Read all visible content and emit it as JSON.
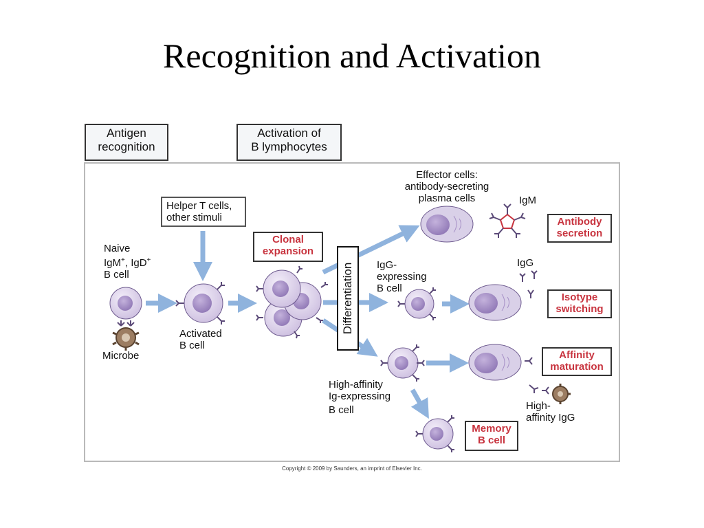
{
  "title": "Recognition and Activation",
  "phases": {
    "antigen_recognition": [
      "Antigen",
      "recognition"
    ],
    "activation": [
      "Activation of",
      "B lymphocytes"
    ]
  },
  "labels": {
    "helper_t": [
      "Helper T cells,",
      "other stimuli"
    ],
    "naive": [
      "Naive",
      "IgM",
      "+",
      ", IgD",
      "+",
      "B cell"
    ],
    "microbe": "Microbe",
    "activated": [
      "Activated",
      "B cell"
    ],
    "differentiation": "Differentiation",
    "effector": [
      "Effector cells:",
      "antibody-secreting",
      "plasma cells"
    ],
    "igm": "IgM",
    "igg_expressing": [
      "IgG-",
      "expressing",
      "B cell"
    ],
    "igg": "IgG",
    "high_affinity_cell": [
      "High-affinity",
      "Ig-expressing",
      "B cell"
    ],
    "high_affinity_igg": [
      "High-",
      "affinity IgG"
    ]
  },
  "outcomes": {
    "clonal": [
      "Clonal",
      "expansion"
    ],
    "antibody": [
      "Antibody",
      "secretion"
    ],
    "isotype": [
      "Isotype",
      "switching"
    ],
    "affinity": [
      "Affinity",
      "maturation"
    ],
    "memory": [
      "Memory",
      "B cell"
    ]
  },
  "copyright": "Copyright © 2009 by Saunders, an imprint of Elsevier Inc.",
  "colors": {
    "arrow": "#8fb3dd",
    "cell_fill": "#e4dcef",
    "nucleus": "#a690c6",
    "plasma_fill": "#d9d0e8",
    "outcome_text": "#c8343f",
    "receptor": "#5b4a78"
  }
}
